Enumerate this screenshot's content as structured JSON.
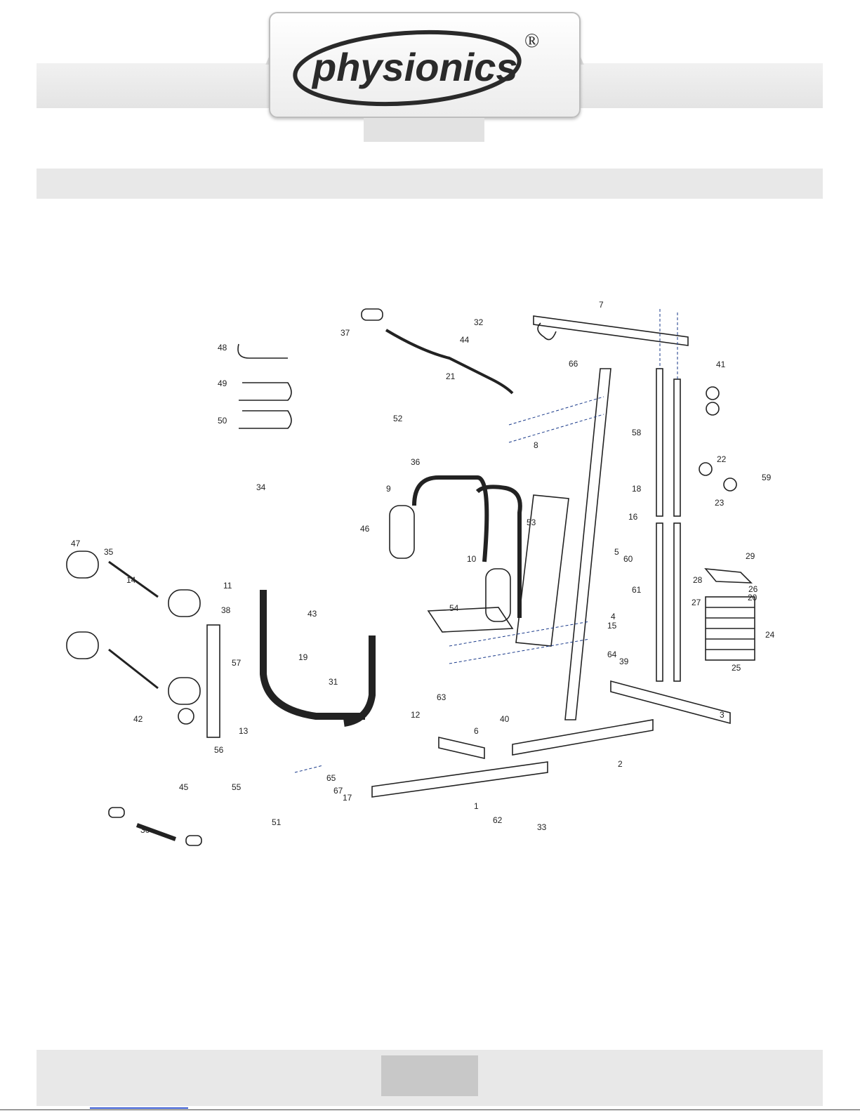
{
  "brand": {
    "name": "physionics",
    "registered_mark": "®"
  },
  "callouts": [
    "1",
    "2",
    "3",
    "4",
    "5",
    "6",
    "7",
    "8",
    "9",
    "10",
    "11",
    "12",
    "13",
    "14",
    "15",
    "16",
    "17",
    "18",
    "19",
    "20",
    "21",
    "22",
    "23",
    "24",
    "25",
    "26",
    "27",
    "28",
    "29",
    "30",
    "31",
    "32",
    "33",
    "34",
    "35",
    "36",
    "37",
    "38",
    "39",
    "40",
    "41",
    "42",
    "43",
    "44",
    "45",
    "46",
    "47",
    "48",
    "49",
    "50",
    "51",
    "52",
    "53",
    "54",
    "55",
    "56",
    "57",
    "58",
    "59",
    "60",
    "61",
    "62",
    "63",
    "64",
    "65",
    "66",
    "67"
  ],
  "colors": {
    "line": "#222222",
    "leader": "#1a3a8a",
    "band": "#e8e8e8"
  }
}
